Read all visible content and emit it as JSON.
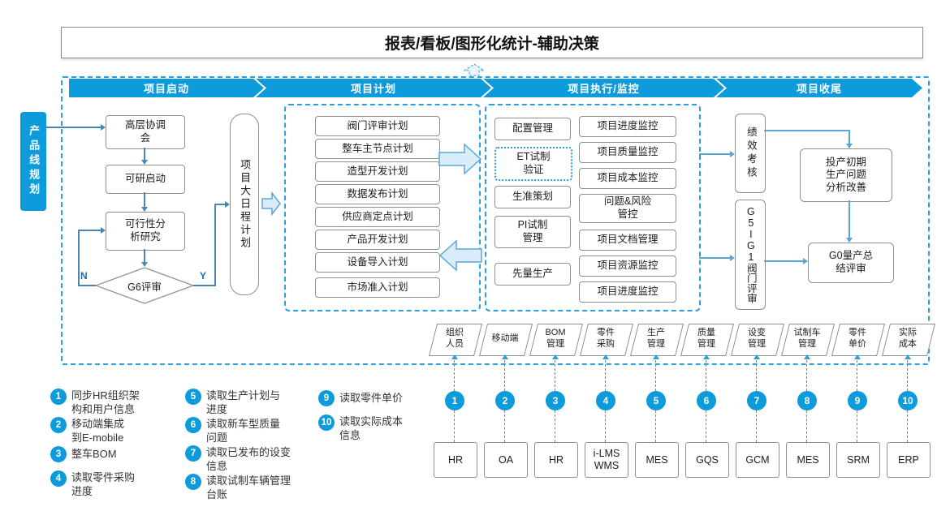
{
  "title": "报表/看板/图形化统计-辅助决策",
  "product_line": "产品线规划",
  "phases": [
    "项目启动",
    "项目计划",
    "项目执行/监控",
    "项目收尾"
  ],
  "initiation": {
    "meeting": "高层协调\n会",
    "feasibility_start": "可研启动",
    "feasibility_analysis": "可行性分\n析研究",
    "gate": "G6评审",
    "no_label": "N",
    "yes_label": "Y",
    "master_schedule": "项目大日程计划"
  },
  "planning": [
    "阀门评审计划",
    "整车主节点计划",
    "造型开发计划",
    "数据发布计划",
    "供应商定点计划",
    "产品开发计划",
    "设备导入计划",
    "市场准入计划"
  ],
  "execution": {
    "left": [
      "配置管理",
      "ET试制\n验证",
      "生准策划",
      "PI试制\n管理",
      "先量生产"
    ],
    "right": [
      "项目进度监控",
      "项目质量监控",
      "项目成本监控",
      "问题&风险\n管控",
      "项目文档管理",
      "项目资源监控",
      "项目进度监控"
    ]
  },
  "closing": {
    "performance": "绩效考核",
    "gate_review": "G5IG1阀门评审",
    "improvement": "投产初期\n生产问题\n分析改善",
    "final_review": "G0量产总\n结评审"
  },
  "integration": {
    "tags": [
      "组织\n人员",
      "移动端",
      "BOM\n管理",
      "零件\n采购",
      "生产\n管理",
      "质量\n管理",
      "设变\n管理",
      "试制车\n管理",
      "零件\n单价",
      "实际\n成本"
    ],
    "numbers": [
      "1",
      "2",
      "3",
      "4",
      "5",
      "6",
      "7",
      "8",
      "9",
      "10"
    ],
    "systems": [
      "HR",
      "OA",
      "HR",
      "i-LMS\nWMS",
      "MES",
      "GQS",
      "GCM",
      "MES",
      "SRM",
      "ERP"
    ]
  },
  "legend": [
    {
      "n": "1",
      "t": "同步HR组织架\n构和用户信息"
    },
    {
      "n": "2",
      "t": "移动端集成\n到E-mobile"
    },
    {
      "n": "3",
      "t": "整车BOM"
    },
    {
      "n": "4",
      "t": "读取零件采购\n进度"
    },
    {
      "n": "5",
      "t": "读取生产计划与\n进度"
    },
    {
      "n": "6",
      "t": "读取新车型质量\n问题"
    },
    {
      "n": "7",
      "t": "读取已发布的设变\n信息"
    },
    {
      "n": "8",
      "t": "读取试制车辆管理\n台账"
    },
    {
      "n": "9",
      "t": "读取零件单价"
    },
    {
      "n": "10",
      "t": "读取实际成本\n信息"
    }
  ],
  "colors": {
    "accent": "#0d9bdc",
    "dashed_border": "#2b9fd9",
    "hollow_arrow_fill": "#d9ecf9",
    "hollow_arrow_stroke": "#5aa7d8",
    "box_border": "#8f8f8f",
    "flow_line": "#4a86b4"
  }
}
